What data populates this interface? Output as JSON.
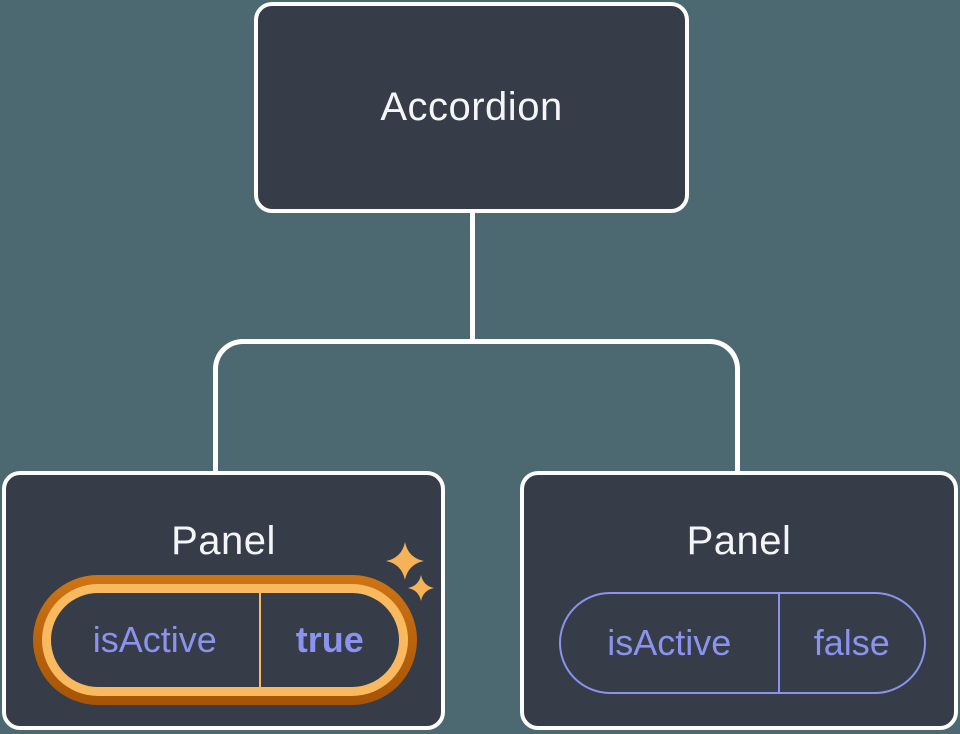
{
  "canvas": {
    "description": "component tree diagram"
  },
  "tree": {
    "root": {
      "label": "Accordion"
    },
    "children": [
      {
        "label": "Panel",
        "prop_name": "isActive",
        "prop_value": "true",
        "state": "active",
        "highlighted": true
      },
      {
        "label": "Panel",
        "prop_name": "isActive",
        "prop_value": "false",
        "state": "inactive",
        "highlighted": false
      }
    ]
  },
  "icons": {
    "sparkle_large": "sparkle-icon",
    "sparkle_small": "sparkle-icon"
  },
  "colors": {
    "background": "#4C6870",
    "node_background": "#363C48",
    "node_border": "#FDFDFD",
    "node_title": "#F4F5F7",
    "connector": "#FFFFFF",
    "prop_text": "#8B93EE",
    "prop_border_inactive": "#8B93EE",
    "highlight_ring_outer_top": "#CE7414",
    "highlight_ring_outer_bottom": "#A65406",
    "highlight_ring_inner": "#F9BA5F",
    "sparkle": "#F6B257"
  }
}
